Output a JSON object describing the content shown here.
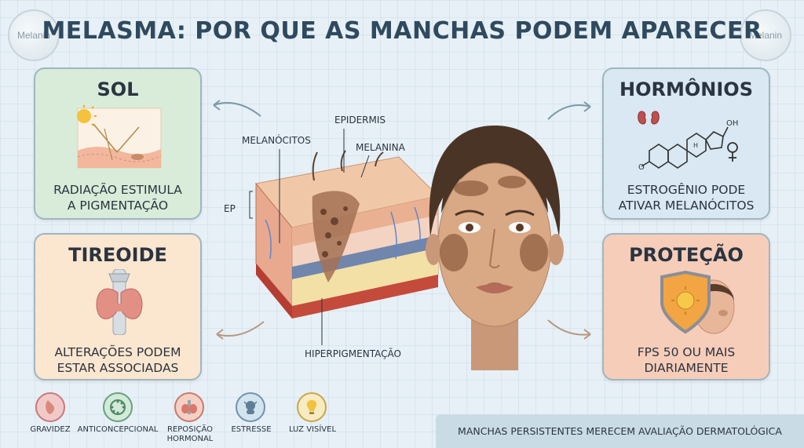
{
  "title": "MELASMA: POR QUE AS MANCHAS PODEM APARECER",
  "decor": {
    "left_molecule": "Melanin",
    "right_molecule": "Melanin"
  },
  "cards": {
    "sol": {
      "title": "SOL",
      "text_line1": "RADIAÇÃO ESTIMULA",
      "text_line2": "A PIGMENTAÇÃO",
      "color": "#d8ecd9"
    },
    "tireoide": {
      "title": "TIREOIDE",
      "text_line1": "ALTERAÇÕES PODEM",
      "text_line2": "ESTAR ASSOCIADAS",
      "color": "#fbe6cf"
    },
    "hormonios": {
      "title": "HORMÔNIOS",
      "text_line1": "ESTROGÊNIO PODE",
      "text_line2": "ATIVAR MELANÓCITOS",
      "oh_label": "OH",
      "h_label": "H",
      "o_label": "O",
      "color": "#d9e8f2"
    },
    "protecao": {
      "title": "PROTEÇÃO",
      "text_line1": "FPS 50 OU MAIS",
      "text_line2": "DIARIAMENTE",
      "color": "#f6cdb9"
    }
  },
  "skin_labels": {
    "epidermis": "EPIDERMIS",
    "melanocitos": "MELANÓCITOS",
    "melanina": "MELANINA",
    "ep": "EP",
    "hiperpigmentacao": "HIPERPIGMENTAÇÃO"
  },
  "triggers": [
    {
      "label": "GRAVIDEZ",
      "icon": "pregnancy-icon",
      "color": "#f2c9c9",
      "border": "#c97a7a"
    },
    {
      "label": "ANTICONCEPCIONAL",
      "icon": "pill-pack-icon",
      "color": "#d3eadb",
      "border": "#6aa07d"
    },
    {
      "label_line1": "REPOSIÇÃO",
      "label_line2": "HORMONAL",
      "icon": "thyroid-icon",
      "color": "#f6d0c4",
      "border": "#c97a6a"
    },
    {
      "label": "ESTRESSE",
      "icon": "stress-head-icon",
      "color": "#d3e4ef",
      "border": "#6f94ad"
    },
    {
      "label": "LUZ VISÍVEL",
      "icon": "lightbulb-icon",
      "color": "#f8ebc2",
      "border": "#c9a64c"
    }
  ],
  "footer": "MANCHAS PERSISTENTES MERECEM AVALIAÇÃO DERMATOLÓGICA",
  "colors": {
    "title": "#2f4a5e",
    "arrow": "#7c9aa8",
    "melasma_spot": "#8a5a3c"
  }
}
